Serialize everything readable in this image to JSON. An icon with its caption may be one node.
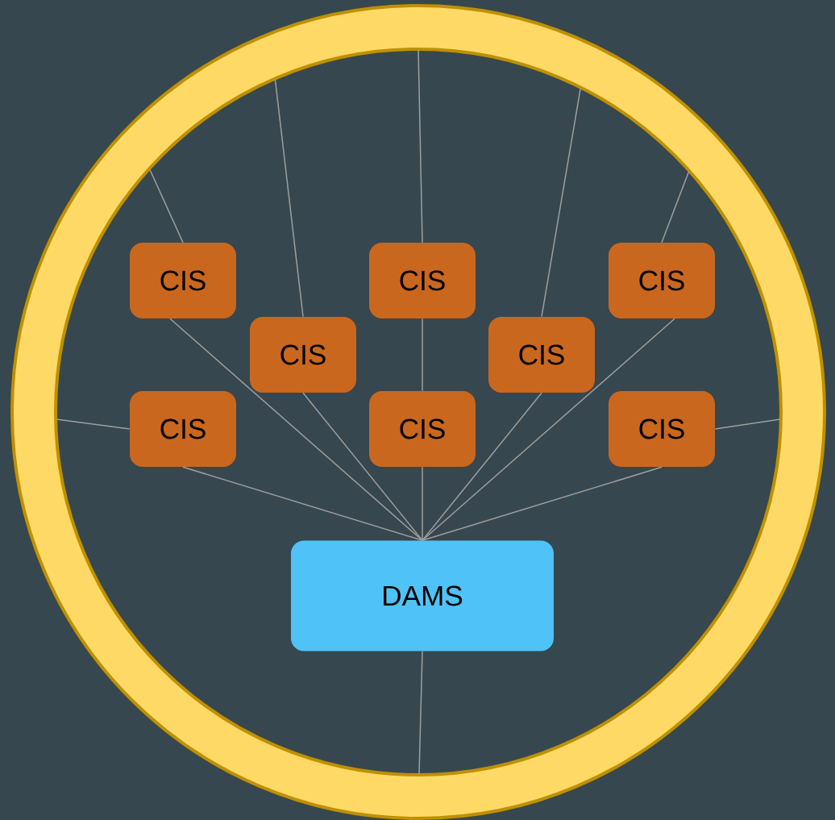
{
  "diagram": {
    "nodes": [
      {
        "text": [],
        "shape": "circle"
      },
      {
        "text": [
          "CIS"
        ],
        "in": 0
      },
      {
        "text": [
          "CIS"
        ],
        "in": 0
      },
      {
        "text": [
          "CIS"
        ],
        "in": 0
      },
      {
        "text": [
          "CIS"
        ],
        "in": 0
      },
      {
        "text": [
          "CIS"
        ],
        "in": 0
      },
      {
        "text": [
          "CIS"
        ],
        "in": 0
      },
      {
        "text": [
          "CIS"
        ],
        "in": 0
      },
      {
        "text": [
          "CIS"
        ],
        "in": 0
      },
      {
        "text": [
          "DAMS"
        ],
        "in": 0
      }
    ],
    "edges": [
      {
        "from": 9,
        "to": 1,
        "arrow": "none"
      },
      {
        "from": 9,
        "to": 4,
        "arrow": "none"
      },
      {
        "from": 9,
        "to": 6,
        "arrow": "none"
      },
      {
        "from": 9,
        "to": 7,
        "arrow": "none"
      },
      {
        "from": 9,
        "to": 5,
        "arrow": "none"
      },
      {
        "from": 9,
        "to": 3,
        "arrow": "none"
      },
      {
        "from": 9,
        "to": 8,
        "arrow": "none"
      },
      {
        "from": 2,
        "to": 7,
        "arrow": "none"
      },
      {
        "from": 1,
        "to": 0,
        "arrow": "none"
      },
      {
        "from": 4,
        "to": 0,
        "arrow": "none"
      },
      {
        "from": 2,
        "to": 0,
        "arrow": "none"
      },
      {
        "from": 5,
        "to": 0,
        "arrow": "none"
      },
      {
        "from": 3,
        "to": 0,
        "arrow": "none"
      },
      {
        "from": 6,
        "to": 0,
        "arrow": "none"
      },
      {
        "from": 8,
        "to": 0,
        "arrow": "none"
      },
      {
        "from": 9,
        "to": 0,
        "arrow": "none"
      }
    ]
  }
}
